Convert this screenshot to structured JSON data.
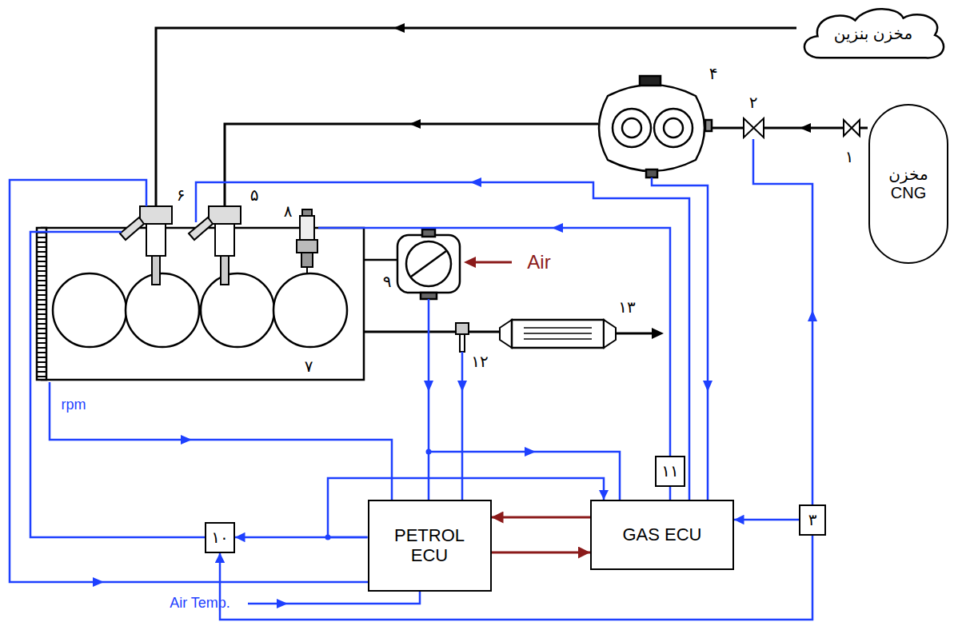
{
  "diagram": {
    "nodes": [
      {
        "text": [
          "مخزن بنزین"
        ]
      },
      {
        "text": [
          "مخزن CNG"
        ]
      },
      {
        "text": [
          "۱۱"
        ]
      },
      {
        "text": [
          "PETROL ECU"
        ]
      },
      {
        "text": [
          "GAS ECU"
        ]
      },
      {
        "text": [
          "۳"
        ]
      },
      {
        "text": [
          "۱۰"
        ]
      }
    ],
    "edges": [
      {
        "from": 4,
        "to": 3,
        "arrow": "to"
      },
      {
        "from": 3,
        "to": 4,
        "arrow": "to"
      },
      {
        "from": 5,
        "to": 4,
        "arrow": "to"
      },
      {
        "from": 3,
        "to": 6,
        "arrow": "to"
      },
      {
        "from": 5,
        "to": 6,
        "arrow": "to"
      },
      {
        "from": 4,
        "to": 2,
        "arrow": "none"
      },
      {
        "from": 3,
        "to": 4,
        "arrow": "to"
      }
    ],
    "labels": [
      "۱",
      "۲",
      "۴",
      "۵",
      "۶",
      "۷",
      "۸",
      "۹",
      "۱۲",
      "۱۳",
      "Air",
      "rpm",
      "Air Temp."
    ]
  }
}
